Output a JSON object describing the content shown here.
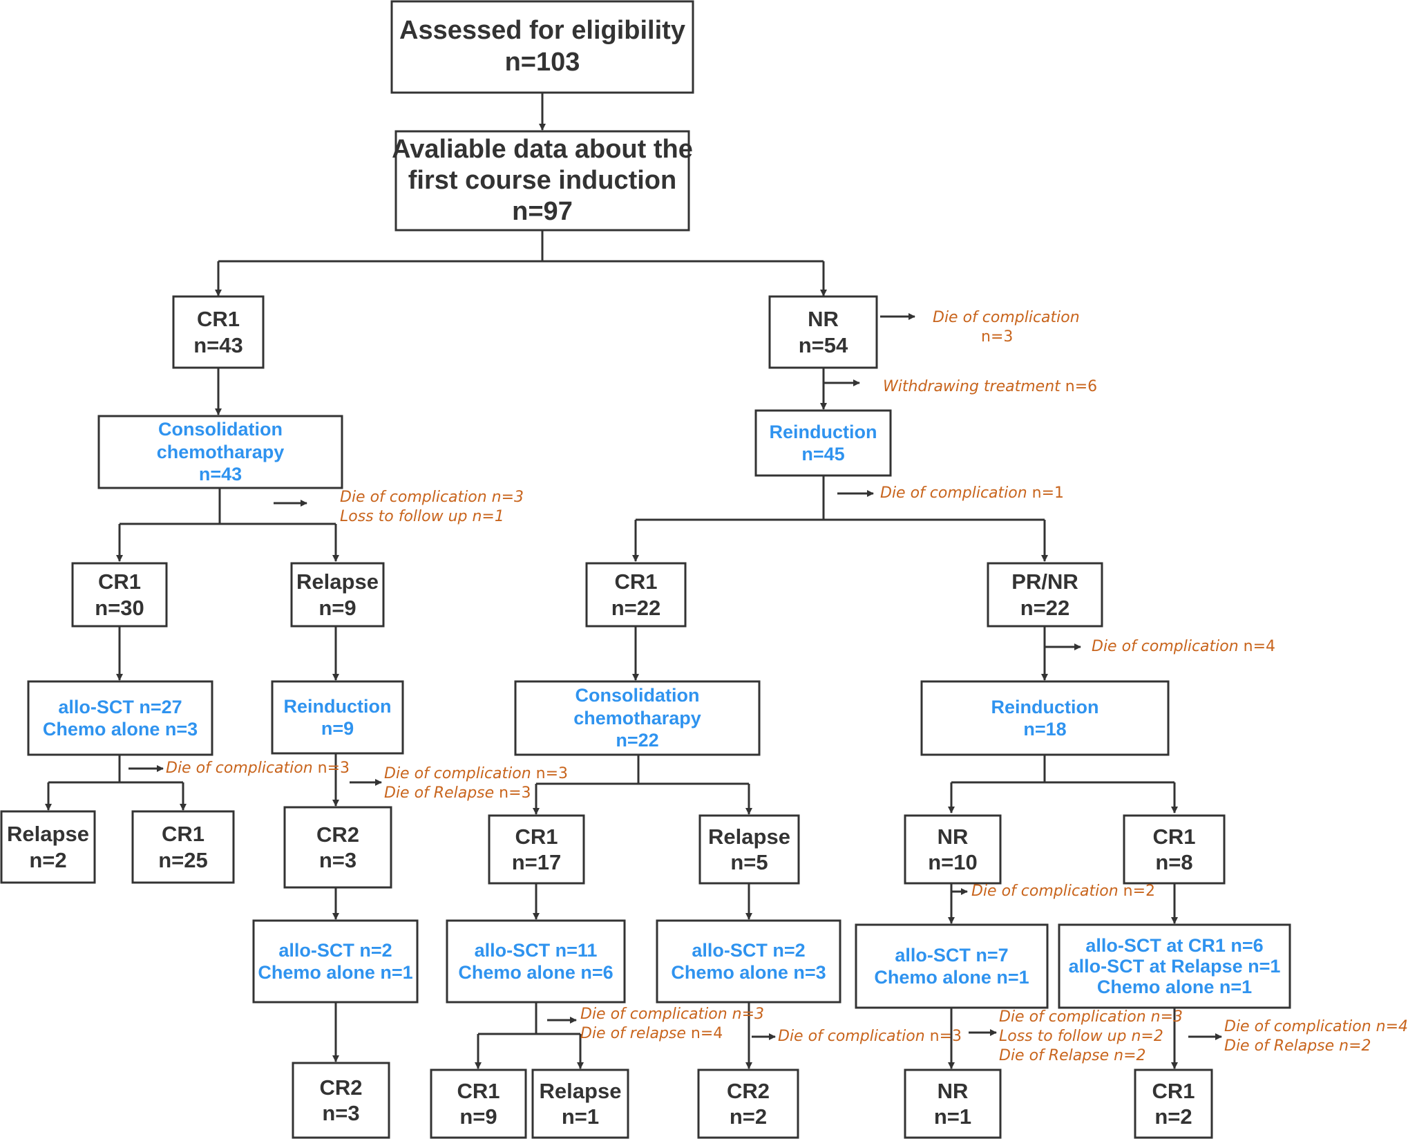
{
  "colors": {
    "box_border": "#333333",
    "text_dark": "#333333",
    "treatment_text": "#2f93ef",
    "note_text": "#c8641c"
  },
  "nodes": {
    "assessed": [
      "Assessed for  eligibility",
      "n=103"
    ],
    "available": [
      "Avaliable data about the",
      "first course induction",
      "n=97"
    ],
    "cr1_top": [
      "CR1",
      "n=43"
    ],
    "nr_top": [
      "NR",
      "n=54"
    ],
    "consolidation_left": [
      "Consolidation",
      "chemotharapy",
      "n=43"
    ],
    "reinduction_right": [
      "Reinduction",
      "n=45"
    ],
    "cr1_30": [
      "CR1",
      "n=30"
    ],
    "relapse_9": [
      "Relapse",
      "n=9"
    ],
    "cr1_22": [
      "CR1",
      "n=22"
    ],
    "prnr_22": [
      "PR/NR",
      "n=22"
    ],
    "allo_27": [
      "allo-SCT n=27",
      "Chemo alone n=3"
    ],
    "reinduction_9": [
      "Reinduction",
      "n=9"
    ],
    "consolidation_22": [
      "Consolidation",
      "chemotharapy",
      "n=22"
    ],
    "reinduction_18": [
      "Reinduction",
      "n=18"
    ],
    "relapse_2": [
      "Relapse",
      "n=2"
    ],
    "cr1_25": [
      "CR1",
      "n=25"
    ],
    "cr2_3": [
      "CR2",
      "n=3"
    ],
    "cr1_17": [
      "CR1",
      "n=17"
    ],
    "relapse_5": [
      "Relapse",
      "n=5"
    ],
    "nr_10": [
      "NR",
      "n=10"
    ],
    "cr1_8": [
      "CR1",
      "n=8"
    ],
    "allo_2a": [
      "allo-SCT n=2",
      "Chemo alone n=1"
    ],
    "allo_11": [
      "allo-SCT n=11",
      "Chemo alone n=6"
    ],
    "allo_2b": [
      "allo-SCT n=2",
      "Chemo alone n=3"
    ],
    "allo_7": [
      "allo-SCT n=7",
      "Chemo alone n=1"
    ],
    "allo_cr1_6": [
      "allo-SCT at CR1 n=6",
      "allo-SCT at Relapse n=1",
      "Chemo alone n=1"
    ],
    "cr2_3b": [
      "CR2",
      "n=3"
    ],
    "cr1_9": [
      "CR1",
      "n=9"
    ],
    "relapse_1": [
      "Relapse",
      "n=1"
    ],
    "cr2_2": [
      "CR2",
      "n=2"
    ],
    "nr_1": [
      "NR",
      "n=1"
    ],
    "cr1_2": [
      "CR1",
      "n=2"
    ]
  },
  "notes": {
    "n_nr54_die": [
      {
        "label": "Die of complication",
        "count": ""
      },
      {
        "label": "",
        "count": "n=3"
      }
    ],
    "n_withdraw": [
      {
        "label": "Withdrawing treatment",
        "count": " n=6"
      }
    ],
    "n_consol43": [
      {
        "label": "Die of complication n=3",
        "count": ""
      },
      {
        "label": "Loss to follow up  n=1",
        "count": ""
      }
    ],
    "n_rein45": [
      {
        "label": "Die of complication",
        "count": " n=1"
      }
    ],
    "n_prnr": [
      {
        "label": "Die of complication",
        "count": " n=4"
      }
    ],
    "n_allo27": [
      {
        "label": "Die of complication",
        "count": " n=3"
      }
    ],
    "n_rein9": [
      {
        "label": "Die of complication",
        "count": " n=3"
      },
      {
        "label": "Die of Relapse",
        "count": " n=3"
      }
    ],
    "n_nr10": [
      {
        "label": "Die of complication",
        "count": " n=2"
      }
    ],
    "n_allo11": [
      {
        "label": "Die of complication n=3",
        "count": ""
      },
      {
        "label": "Die of relapse",
        "count": " n=4"
      }
    ],
    "n_allo2b": [
      {
        "label": "Die of complication",
        "count": " n=3"
      }
    ],
    "n_allo7": [
      {
        "label": "Die of complication n=3",
        "count": ""
      },
      {
        "label": "Loss to follow up n=2",
        "count": ""
      },
      {
        "label": "Die of  Relapse  n=2",
        "count": ""
      }
    ],
    "n_alloCR1": [
      {
        "label": "Die of complication n=4",
        "count": ""
      },
      {
        "label": "Die of Relapse n=2",
        "count": ""
      }
    ]
  }
}
